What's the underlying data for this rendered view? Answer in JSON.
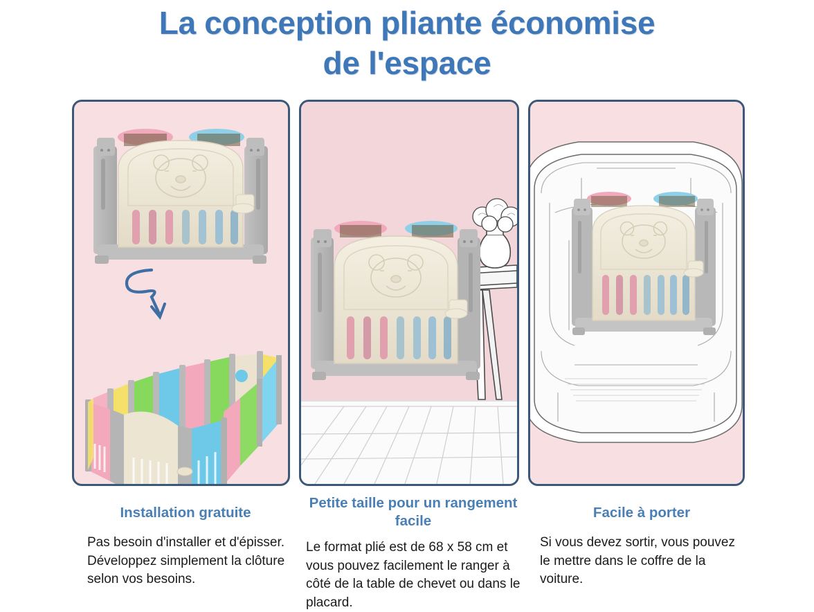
{
  "title": {
    "line1": "La conception pliante économise",
    "line2": "de l'espace",
    "color": "#3f78b8"
  },
  "theme": {
    "panel_background": "#f7dfe2",
    "panel_border": "#3b5878",
    "caption_heading_color": "#4a7fb5",
    "caption_body_color": "#1b1b1b",
    "arrow_color": "#3f6ea5",
    "pen_cream": "#ece5d4",
    "pen_gray": "#b4b4b4",
    "pen_pink_slot": "#e2a0ad",
    "pen_blue_slot": "#9fc0cf",
    "playpen_pink": "#f4a8bc",
    "playpen_yellow": "#f5e06a",
    "playpen_green": "#7ed957",
    "playpen_blue": "#6ec8e8",
    "playpen_cream": "#ebe3cf"
  },
  "panels": [
    {
      "id": "panel-free-installation",
      "scene": "folded-pen-above-with-arrow-to-unfolded-playpen",
      "background": "#f7dfe2",
      "has_arrow": true,
      "arrow_direction": "down"
    },
    {
      "id": "panel-small-size-storage",
      "scene": "folded-pen-in-room-next-to-nightstand-with-flower-vase",
      "background": "#f2d6da",
      "floor": "wood-plank-line-art"
    },
    {
      "id": "panel-easy-to-carry",
      "scene": "folded-pen-inside-car-trunk-line-art",
      "background": "#f7dfe2"
    }
  ],
  "captions": [
    {
      "heading": "Installation gratuite",
      "body": "Pas besoin d'installer et d'épisser. Développez simplement la clôture selon vos besoins."
    },
    {
      "heading": "Petite taille pour un rangement facile",
      "body": "Le format plié est de 68 x 58 cm et vous pouvez facilement le ranger à côté de la table de chevet ou dans le placard."
    },
    {
      "heading": "Facile à porter",
      "body": "Si vous devez sortir, vous pouvez le mettre dans le coffre de la voiture."
    }
  ]
}
